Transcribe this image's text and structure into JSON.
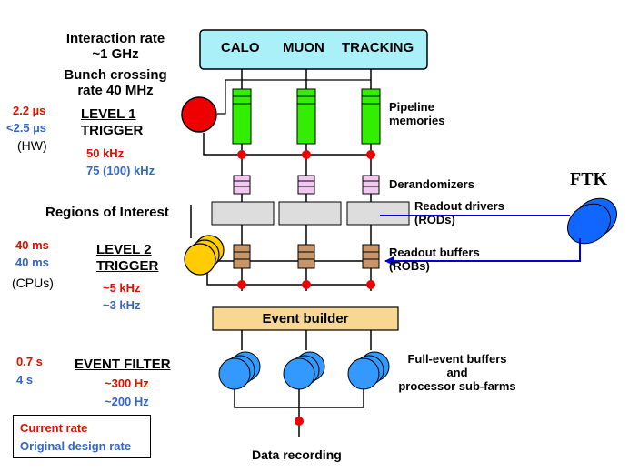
{
  "top_box": {
    "calo": "CALO",
    "muon": "MUON",
    "tracking": "TRACKING"
  },
  "rates": {
    "interaction_line1": "Interaction rate",
    "interaction_line2": "~1 GHz",
    "bunch_line1": "Bunch crossing",
    "bunch_line2": "rate 40 MHz"
  },
  "level1": {
    "title_line1": "LEVEL 1",
    "title_line2": "TRIGGER",
    "latency_current": "2.2 µs",
    "latency_design": "<2.5 µs",
    "hw": "(HW)",
    "rate_current": "50 kHz",
    "rate_design": "75 (100) kHz"
  },
  "regions_of_interest": "Regions of Interest",
  "level2": {
    "title_line1": "LEVEL 2",
    "title_line2": "TRIGGER",
    "latency_current": "40 ms",
    "latency_design": "40 ms",
    "cpus": "(CPUs)",
    "rate_current": "~5 kHz",
    "rate_design": "~3 kHz"
  },
  "event_filter": {
    "title": "EVENT FILTER",
    "latency_current": "0.7 s",
    "latency_design": "4 s",
    "rate_current": "~300 Hz",
    "rate_design": "~200 Hz"
  },
  "right_labels": {
    "pipeline_line1": "Pipeline",
    "pipeline_line2": "memories",
    "derandomizers": "Derandomizers",
    "readout_drivers_line1": "Readout drivers",
    "readout_drivers_line2": "(RODs)",
    "readout_buffers_line1": "Readout buffers",
    "readout_buffers_line2": "(ROBs)",
    "full_event_line1": "Full-event buffers",
    "full_event_line2": "and",
    "full_event_line3": "processor sub-farms"
  },
  "ftk": "FTK",
  "event_builder": "Event builder",
  "data_recording": "Data recording",
  "legend": {
    "current": "Current rate",
    "design": "Original design rate"
  },
  "colors": {
    "current": "#dd1100",
    "design": "#3366cc",
    "top_box": "#aaf0f8",
    "pipeline": "#33ee00",
    "derandomizer": "#f2c8f2",
    "rod": "#dddddd",
    "rob": "#c8946a",
    "event_builder": "#f8d890",
    "level1_circle": "#ee0000",
    "level2_circle": "#ffcc00",
    "farm": "#3399ff",
    "ftk": "#1166ff",
    "arrow": "#0000dd"
  }
}
